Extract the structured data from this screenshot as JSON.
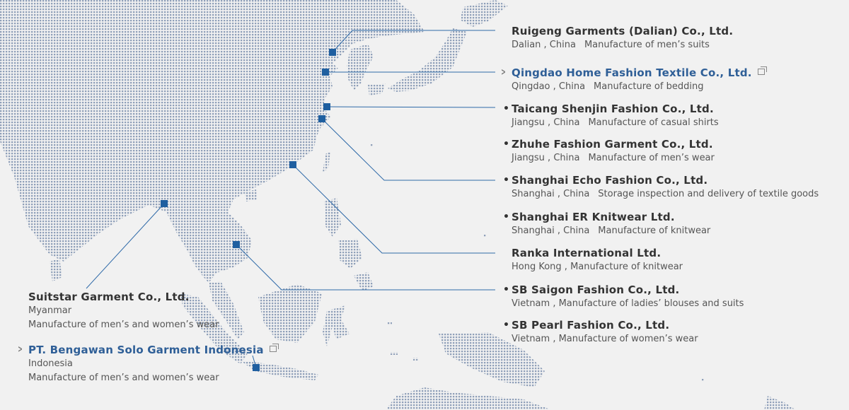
{
  "colors": {
    "land": "#8fa0b9",
    "marker": "#1f5fa0",
    "line": "#2f6aa8",
    "link": "#2f5f97",
    "text": "#333333",
    "detail": "#555555"
  },
  "companies": [
    {
      "id": "ruigeng",
      "name": "Ruigeng Garments (Dalian) Co., Ltd.",
      "location": "Dalian , China",
      "desc": "Manufacture of men’s suits",
      "style": "plain",
      "link": false
    },
    {
      "id": "qingdao",
      "name": "Qingdao Home Fashion Textile Co., Ltd.",
      "location": "Qingdao , China",
      "desc": "Manufacture of bedding",
      "style": "chevron",
      "link": true
    },
    {
      "id": "taicang",
      "name": "Taicang Shenjin Fashion Co., Ltd.",
      "location": "Jiangsu , China",
      "desc": "Manufacture of casual shirts",
      "style": "bullet",
      "link": false
    },
    {
      "id": "zhuhe",
      "name": "Zhuhe Fashion Garment Co., Ltd.",
      "location": "Jiangsu , China",
      "desc": "Manufacture of men’s wear",
      "style": "bullet",
      "link": false
    },
    {
      "id": "shanghai-echo",
      "name": "Shanghai Echo Fashion Co., Ltd.",
      "location": "Shanghai , China",
      "desc": "Storage inspection and delivery of textile goods",
      "style": "bullet",
      "link": false
    },
    {
      "id": "shanghai-er",
      "name": "Shanghai ER Knitwear Ltd.",
      "location": "Shanghai , China",
      "desc": "Manufacture of knitwear",
      "style": "bullet",
      "link": false
    },
    {
      "id": "ranka",
      "name": "Ranka International Ltd.",
      "location": "Hong Kong , Manufacture of knitwear",
      "desc": "",
      "style": "plain",
      "link": false
    },
    {
      "id": "sb-saigon",
      "name": "SB Saigon Fashion Co., Ltd.",
      "location": "Vietnam , Manufacture of ladies’ blouses and suits",
      "desc": "",
      "style": "bullet",
      "link": false
    },
    {
      "id": "sb-pearl",
      "name": "SB Pearl Fashion Co., Ltd.",
      "location": "Vietnam , Manufacture of women’s wear",
      "desc": "",
      "style": "bullet",
      "link": false
    },
    {
      "id": "suitstar",
      "name": "Suitstar Garment Co., Ltd.",
      "location": "Myanmar",
      "desc": "Manufacture of men’s and women’s wear",
      "style": "plain",
      "link": false
    },
    {
      "id": "bengawan",
      "name": "PT. Bengawan Solo Garment Indonesia",
      "location": "Indonesia",
      "desc": "Manufacture of men’s and women’s wear",
      "style": "chevron",
      "link": true
    }
  ]
}
